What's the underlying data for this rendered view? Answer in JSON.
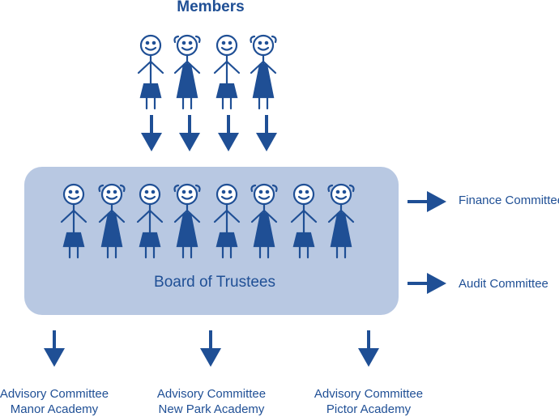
{
  "title": "Members",
  "colors": {
    "primary": "#1f4f95",
    "board_fill": "#b8c8e2"
  },
  "board": {
    "label": "Board of Trustees"
  },
  "committees": [
    {
      "label": "Finance Committee"
    },
    {
      "label": "Audit Committee"
    }
  ],
  "academies": [
    {
      "line1": "Advisory Committee",
      "line2": "Manor Academy"
    },
    {
      "line1": "Advisory Committee",
      "line2": "New Park Academy"
    },
    {
      "line1": "Advisory Committee",
      "line2": "Pictor Academy"
    }
  ],
  "icons": {
    "member": "stick-figure-icon",
    "arrow": "down-arrow-icon",
    "side_arrow": "right-arrow-icon"
  }
}
